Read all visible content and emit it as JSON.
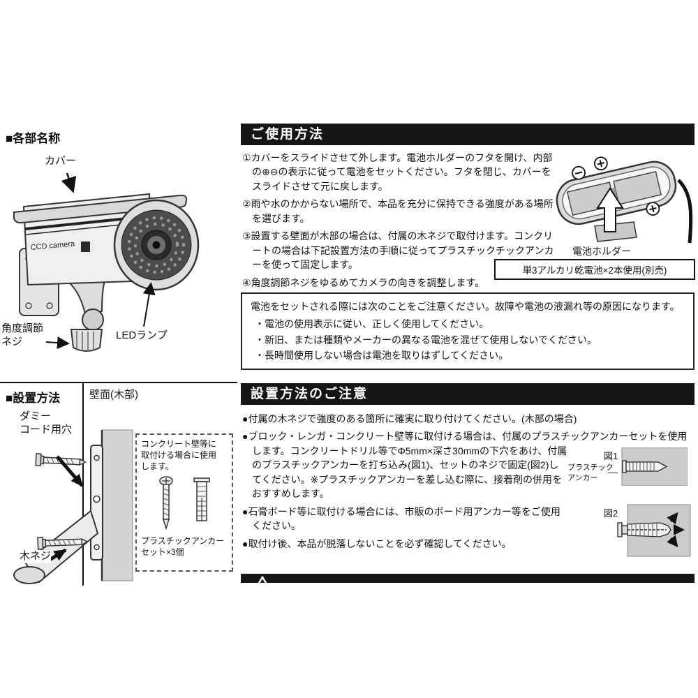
{
  "parts": {
    "title": "■各部名称",
    "cover_label": "カバー",
    "led_label": "LEDランプ",
    "angle_screw_label": "角度調節\nネジ",
    "camera_body_text": "CCD camera"
  },
  "install": {
    "title": "■設置方法",
    "wall_label": "壁面(木部)",
    "dummy_cord_label": "ダミー\nコード用穴",
    "wood_screw_label": "木ネジ",
    "anchor_box_note": "コンクリート壁等に\n取付ける場合に使用\nします。",
    "anchor_box_set": "プラスチックアンカー\nセット×3個"
  },
  "usage": {
    "title": "ご使用方法",
    "steps": [
      "①カバーをスライドさせて外します。電池ホルダーのフタを開け、内部の⊕⊖の表示に従って電池をセットください。フタを閉じ、カバーをスライドさせて元に戻します。",
      "②雨や水のかからない場所で、本品を充分に保持できる強度がある場所を選びます。",
      "③設置する壁面が木部の場合は、付属の木ネジで取付けます。コンクリートの場合は下記設置方法の手順に従ってプラスチックチックアンカーを使って固定します。",
      "④角度調節ネジをゆるめてカメラの向きを調整します。"
    ],
    "battery_holder_label": "電池ホルダー",
    "battery_note": "単3アルカリ乾電池×2本使用(別売)",
    "caution_intro": "電池をセットされる際には次のことをご注意ください。故障や電池の液漏れ等の原因になります。",
    "caution_items": [
      "・電池の使用表示に従い、正しく使用してください。",
      "・新旧、または種類やメーカーの異なる電池を混ぜて使用しないでください。",
      "・長時間使用しない場合は電池を取りはずしてください。"
    ]
  },
  "precautions": {
    "title": "設置方法のご注意",
    "bullets": [
      "●付属の木ネジで強度のある箇所に確実に取り付けてください。(木部の場合)",
      "●ブロック・レンガ・コンクリート壁等に取付ける場合は、付属のプラスチックアンカーセットを使用します。コンクリートドリル等でΦ5mm×深さ30mmの下穴をあけ、付属のプラスチックアンカーを打ち込み(図1)、セットのネジで固定(図2)してください。※プラスチックアンカーを差し込む際に、接着剤の併用をおすすめします。",
      "●石膏ボード等に取付ける場合には、市販のボード用アンカー等をご使用ください。",
      "●取付け後、本品が脱落しないことを必ず確認してください。"
    ],
    "fig1_label": "図1",
    "fig2_label": "図2",
    "anchor_label": "プラスチック\nアンカー"
  },
  "colors": {
    "header_bg": "#161616",
    "text": "#111111",
    "wall_gray": "#d4d4d4"
  }
}
